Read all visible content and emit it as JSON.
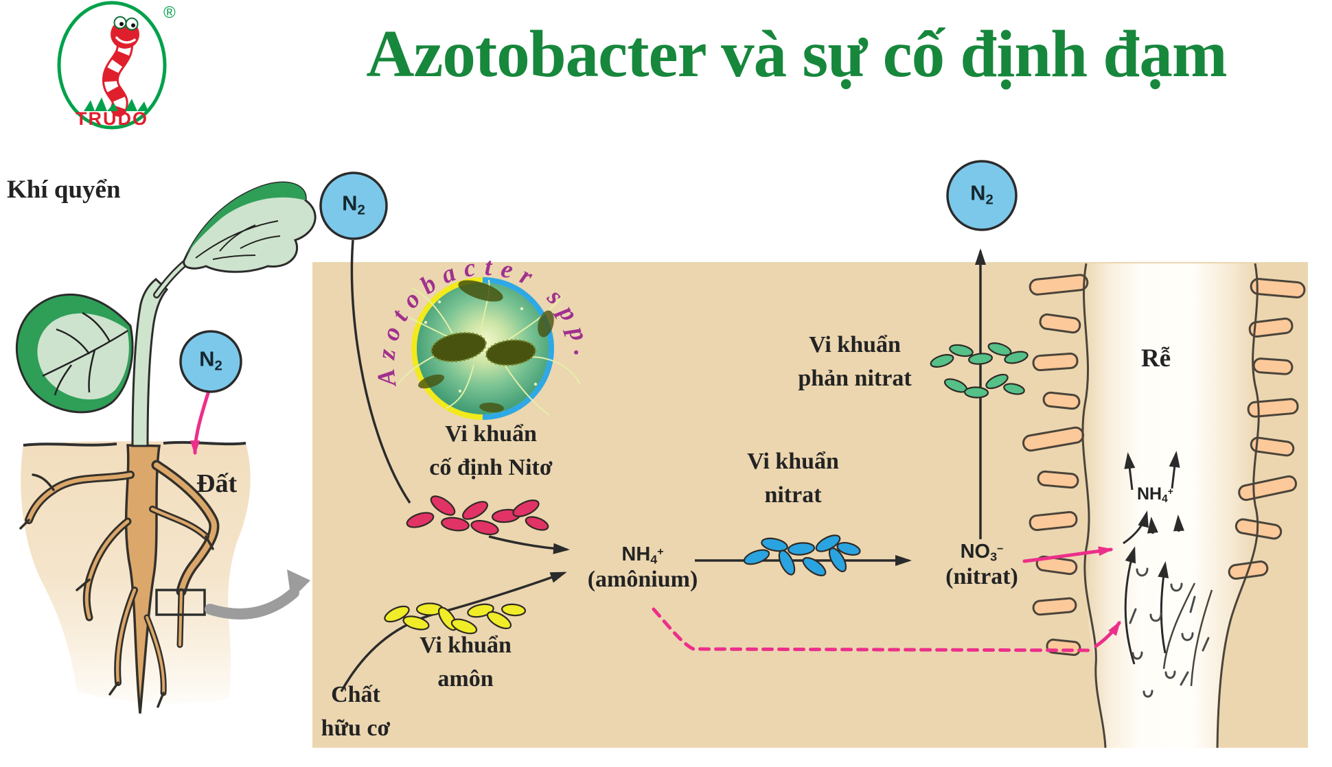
{
  "title": "Azotobacter và sự cố định đạm",
  "logo": {
    "brand": "TRUDO",
    "registered_mark": "®"
  },
  "micrograph": {
    "caption": "Azotobacter spp."
  },
  "scene": {
    "atmosphere": "Khí quyển",
    "soil": "Đất",
    "root": "Rễ",
    "organic_matter": "Chất\nhữu cơ"
  },
  "bacteria": {
    "nitrogen_fixing": "Vi khuẩn\ncố định Nitơ",
    "ammonifying": "Vi khuẩn\namôn",
    "nitrifying": "Vi khuẩn\nnitrat",
    "denitrifying": "Vi khuẩn\nphản nitrat"
  },
  "molecules": {
    "n2": {
      "base": "N",
      "sub": "2"
    },
    "nh4": {
      "base": "NH",
      "sub": "4",
      "sup": "+",
      "name": "(amônium)"
    },
    "no3": {
      "base": "NO",
      "sub": "3",
      "sup": "−",
      "name": "(nitrat)"
    }
  },
  "colors": {
    "title_green": "#17873c",
    "logo_green": "#00a14b",
    "logo_red": "#e01f2d",
    "diagram_box": "#ebd6b0",
    "n2_circle": "#7cc8ea",
    "nitrogen_fixing_bacteria": "#e23366",
    "ammonifying_bacteria": "#f0ec28",
    "nitrifying_bacteria": "#2aa4e0",
    "denitrifying_bacteria": "#55c088",
    "pink_arrow": "#ec2f8a",
    "micrograph_caption": "#a0308e"
  }
}
